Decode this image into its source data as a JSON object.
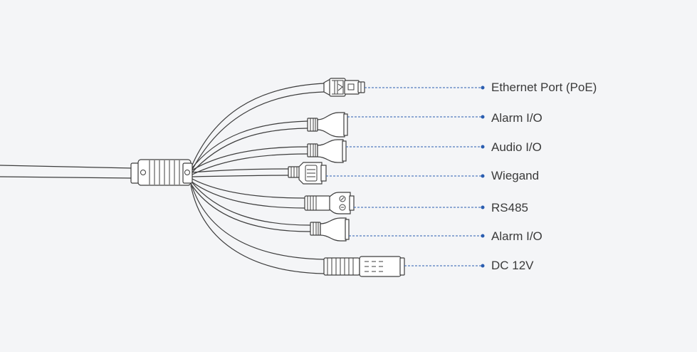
{
  "colors": {
    "background": "#f4f5f7",
    "line": "#3d3d3d",
    "leader": "#2a5db0",
    "label": "#3a3a3a"
  },
  "ports": [
    {
      "label": "Ethernet Port (PoE)",
      "connector": "rj45-icon"
    },
    {
      "label": "Alarm I/O",
      "connector": "terminal-plug-icon"
    },
    {
      "label": "Audio I/O",
      "connector": "terminal-plug-icon"
    },
    {
      "label": "Wiegand",
      "connector": "wiegand-plug-icon"
    },
    {
      "label": "RS485",
      "connector": "rs485-plug-icon"
    },
    {
      "label": "Alarm I/O",
      "connector": "terminal-plug-icon"
    },
    {
      "label": "DC 12V",
      "connector": "dc-barrel-jack-icon"
    }
  ]
}
